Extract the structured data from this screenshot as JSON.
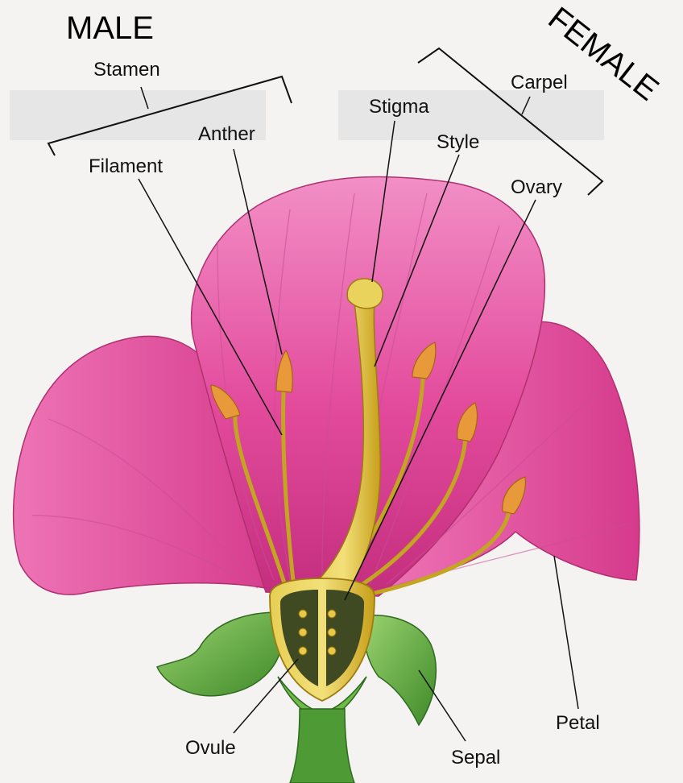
{
  "labels": {
    "male": "MALE",
    "female": "FEMALE",
    "stamen": "Stamen",
    "anther": "Anther",
    "filament": "Filament",
    "stigma": "Stigma",
    "style": "Style",
    "carpel": "Carpel",
    "ovary": "Ovary",
    "petal": "Petal",
    "ovule": "Ovule",
    "sepal": "Sepal"
  },
  "colors": {
    "petal": "#e34a9c",
    "petal_light": "#f08cc4",
    "pistil": "#d6b21f",
    "anther": "#e89a3a",
    "sepal": "#5fa83e",
    "ovary_inner": "#3f4a22"
  }
}
